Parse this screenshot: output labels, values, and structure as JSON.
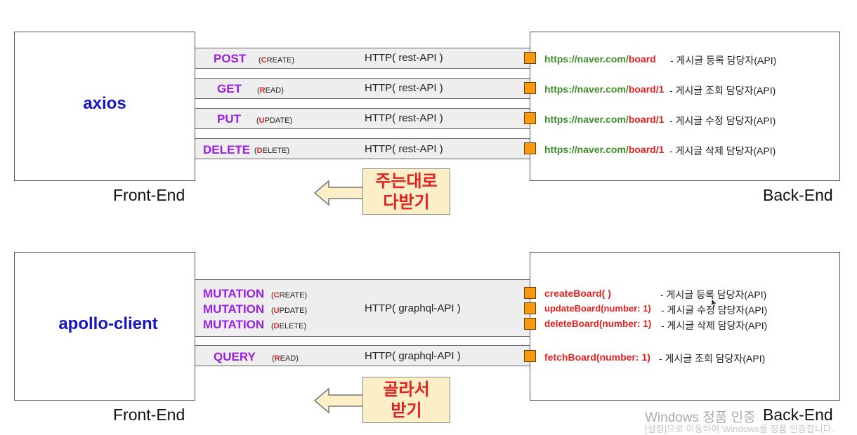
{
  "top": {
    "front_title": "axios",
    "front_caption": "Front-End",
    "back_caption": "Back-End",
    "rows": [
      {
        "method": "POST",
        "sub_first": "C",
        "sub_rest": "REATE",
        "http": "HTTP( rest-API )",
        "url_base": "https://naver.com/",
        "url_path": "board",
        "desc": "- 게시글 등록 담당자(API)"
      },
      {
        "method": "GET",
        "sub_first": "R",
        "sub_rest": "EAD",
        "http": "HTTP( rest-API )",
        "url_base": "https://naver.com/",
        "url_path": "board/1",
        "desc": "- 게시글 조회 담당자(API)"
      },
      {
        "method": "PUT",
        "sub_first": "U",
        "sub_rest": "PDATE",
        "http": "HTTP( rest-API )",
        "url_base": "https://naver.com/",
        "url_path": "board/1",
        "desc": "- 게시글 수정 담당자(API)"
      },
      {
        "method": "DELETE",
        "sub_first": "D",
        "sub_rest": "ELETE",
        "http": "HTTP( rest-API )",
        "url_base": "https://naver.com/",
        "url_path": "board/1",
        "desc": "- 게시글 삭제 담당자(API)"
      }
    ],
    "callout": [
      "주는대로",
      "다받기"
    ]
  },
  "bottom": {
    "front_title": "apollo-client",
    "front_caption": "Front-End",
    "back_caption": "Back-End",
    "mutations": [
      {
        "method": "MUTATION",
        "sub_first": "C",
        "sub_rest": "REATE",
        "fn_red1": "createBoard( )",
        "fn_green": "",
        "fn_red2": "",
        "desc": "- 게시글 등록 담당자(API)"
      },
      {
        "method": "MUTATION",
        "sub_first": "U",
        "sub_rest": "PDATE",
        "fn_red1": "update",
        "fn_green": "Board",
        "fn_red2": "(number: 1)",
        "desc": "- 게시글 수정 담당자(API)"
      },
      {
        "method": "MUTATION",
        "sub_first": "D",
        "sub_rest": "ELETE",
        "fn_red1": "delete",
        "fn_green": "Board",
        "fn_red2": "(number: 1)",
        "desc": "- 게시글 삭제 담당자(API)"
      }
    ],
    "mutation_http": "HTTP( graphql-API )",
    "query": {
      "method": "QUERY",
      "sub_first": "R",
      "sub_rest": "EAD",
      "http": "HTTP( graphql-API )",
      "fn_red1": "fetch",
      "fn_green": "Board",
      "fn_red2": "(number: 1)",
      "desc": "- 게시글 조회 담당자(API)"
    },
    "callout": [
      "골라서",
      "받기"
    ]
  },
  "watermark": {
    "line1": "Windows 정품 인증",
    "line2": "[설정]으로 이동하여 Windows를 정품 인증합니다."
  },
  "colors": {
    "method": "#9b1fe0",
    "title": "#1515c8",
    "orange": "#f79a10",
    "red": "#e52020",
    "green": "#3f8f2b",
    "callout_bg": "#fcefc8"
  }
}
